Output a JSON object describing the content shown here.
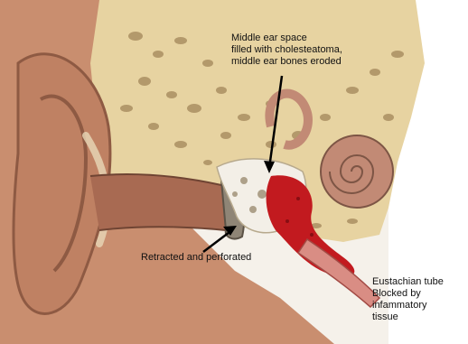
{
  "labels": {
    "middle_ear": [
      "Middle ear space",
      "filled with cholesteatoma,",
      "middle ear bones eroded"
    ],
    "eardrum": "Retracted and perforated",
    "eustachian": [
      "Eustachian tube",
      "Blocked by",
      "infammatory",
      "tissue"
    ]
  },
  "colors": {
    "skin": "#c98e6f",
    "bone": "#e7d3a1",
    "bone_pores": "#8a6a3f",
    "canal_shadow": "#a86a52",
    "cholesteatoma": "#f3efe7",
    "inflammation": "#c21a1f",
    "cochlea": "#c28a75",
    "background": "#f5f1ea"
  }
}
